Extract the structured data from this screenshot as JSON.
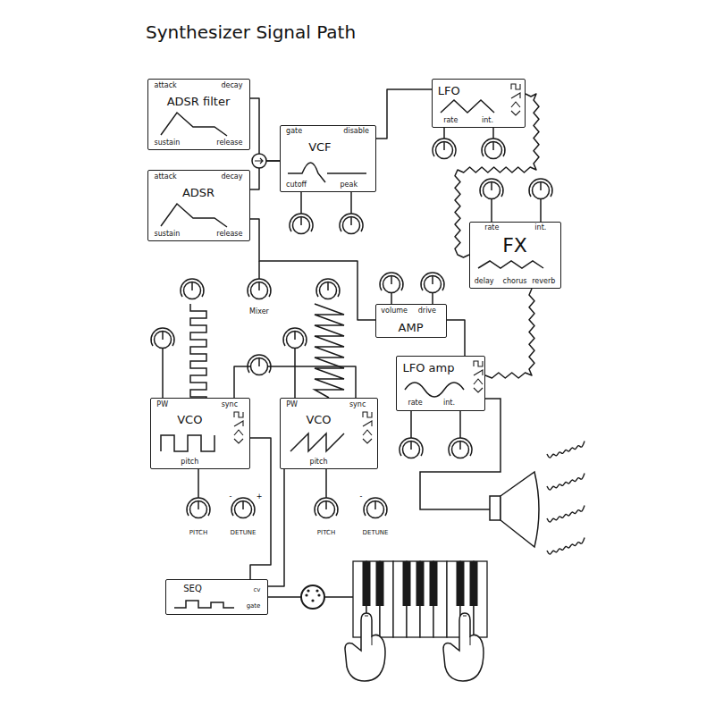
{
  "diagram": {
    "title": "Synthesizer Signal Path",
    "nodes": [
      {
        "text": [
          "ADSR filter",
          "attack",
          "decay",
          "sustain",
          "release"
        ]
      },
      {
        "text": [
          "ADSR",
          "attack",
          "decay",
          "sustain",
          "release"
        ]
      },
      {
        "text": [
          "VCF",
          "gate",
          "disable",
          "cutoff",
          "peak"
        ]
      },
      {
        "text": [
          "LFO",
          "rate",
          "int."
        ]
      },
      {
        "text": [
          "FX",
          "rate",
          "int.",
          "delay",
          "chorus",
          "reverb"
        ]
      },
      {
        "text": [
          "AMP",
          "volume",
          "drive"
        ]
      },
      {
        "text": [
          "LFO amp",
          "rate",
          "int."
        ]
      },
      {
        "text": [
          "VCO",
          "PW",
          "sync",
          "pitch"
        ]
      },
      {
        "text": [
          "VCO",
          "PW",
          "sync",
          "pitch"
        ]
      },
      {
        "text": [
          "SEQ",
          "cv",
          "gate"
        ]
      }
    ],
    "edges": [
      {
        "from": 0,
        "to": 2,
        "arrow": "none"
      },
      {
        "from": 1,
        "to": 2,
        "arrow": "none"
      },
      {
        "from": 1,
        "to": 5,
        "arrow": "none"
      },
      {
        "from": 2,
        "to": 3,
        "arrow": "none"
      },
      {
        "from": 3,
        "to": 4,
        "arrow": "none"
      },
      {
        "from": 4,
        "to": 6,
        "arrow": "none"
      },
      {
        "from": 5,
        "to": 6,
        "arrow": "none"
      },
      {
        "from": 9,
        "to": 7,
        "arrow": "none"
      },
      {
        "from": 9,
        "to": 8,
        "arrow": "none"
      },
      {
        "from": 7,
        "to": 8,
        "arrow": "none"
      }
    ],
    "labels": [
      "Mixer",
      "PITCH",
      "DETUNE",
      "-",
      "+",
      "PITCH",
      "DETUNE",
      "-"
    ]
  }
}
